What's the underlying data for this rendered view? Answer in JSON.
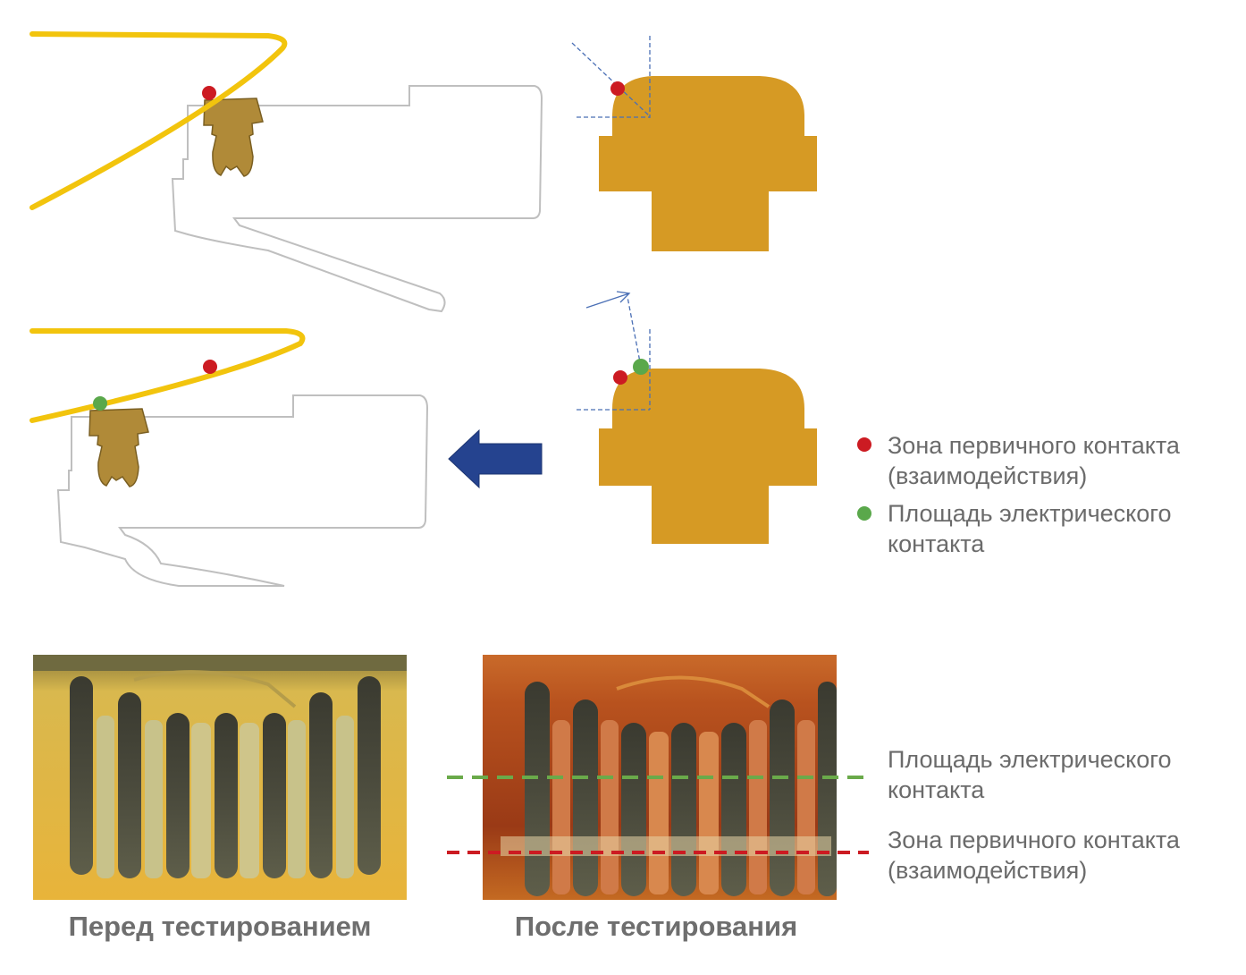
{
  "legend": {
    "primary_zone": {
      "line1": "Зона первичного контакта",
      "line2": "(взаимодействия)"
    },
    "electrical_area": {
      "line1": "Площадь электрического",
      "line2": "контакта"
    }
  },
  "photo_labels": {
    "electrical_area": {
      "line1": "Площадь электрического",
      "line2": "контакта"
    },
    "primary_zone": {
      "line1": "Зона первичного контакта",
      "line2": "(взаимодействия)"
    }
  },
  "captions": {
    "before": "Перед тестированием",
    "after": "После тестирования"
  },
  "colors": {
    "wire": "#f2c40d",
    "contact_gold": "#d69a24",
    "pin_brown": "#b08a38",
    "red_dot": "#cc1b22",
    "green_dot": "#5aa84b",
    "arrow_blue": "#25438f",
    "guide_blue": "#4a6fb5"
  }
}
